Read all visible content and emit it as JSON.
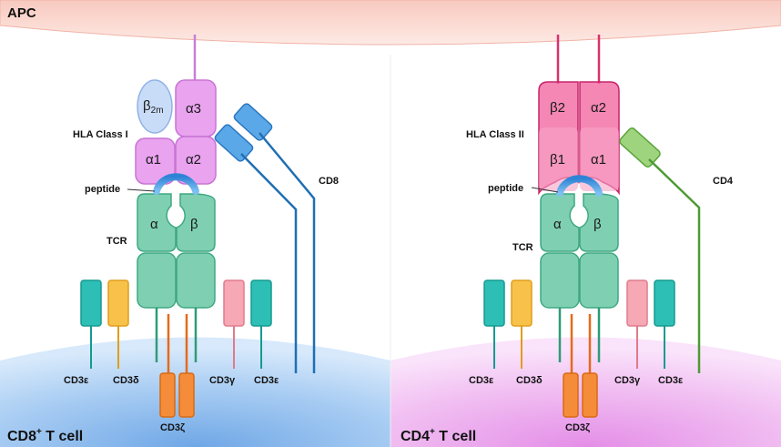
{
  "apc": {
    "label": "APC"
  },
  "colors": {
    "tcr": "#7fd0b3",
    "hla1": "#e9a3ef",
    "hla2": "#f05f9a",
    "cd8": "#5aa8e8",
    "cd4": "#9fd47e",
    "cd3e": "#2dbfb5",
    "cd3d": "#f8c24a",
    "cd3g": "#f6a8b4",
    "cd3z": "#f58c3a"
  },
  "left": {
    "cell_label": "CD8",
    "cell_label_sup": "+",
    "cell_label_suffix": " T cell",
    "hla_label": "HLA Class I",
    "peptide_label": "peptide",
    "tcr_label": "TCR",
    "coreceptor_label": "CD8",
    "b2m": "β",
    "b2m_sub": "2m",
    "alpha3": "α3",
    "alpha1": "α1",
    "alpha2": "α2",
    "tcr_alpha": "α",
    "tcr_beta": "β",
    "cd3": {
      "e1": "CD3ε",
      "d": "CD3δ",
      "z": "CD3ζ",
      "g": "CD3γ",
      "e2": "CD3ε"
    }
  },
  "right": {
    "cell_label": "CD4",
    "cell_label_sup": "+",
    "cell_label_suffix": " T cell",
    "hla_label": "HLA Class II",
    "peptide_label": "peptide",
    "tcr_label": "TCR",
    "coreceptor_label": "CD4",
    "beta2": "β2",
    "alpha2": "α2",
    "beta1": "β1",
    "alpha1": "α1",
    "tcr_alpha": "α",
    "tcr_beta": "β",
    "cd3": {
      "e1": "CD3ε",
      "d": "CD3δ",
      "z": "CD3ζ",
      "g": "CD3γ",
      "e2": "CD3ε"
    }
  }
}
